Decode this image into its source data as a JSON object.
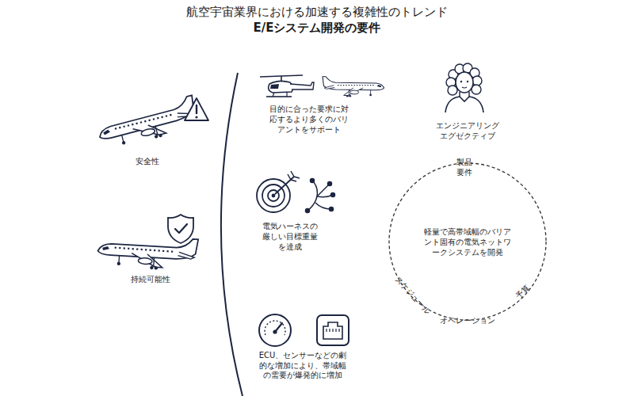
{
  "diagram": {
    "title": "航空宇宙業界における加速する複雑性のトレンド",
    "nodes": [
      {
        "text": [
          "軽量で高帯域幅のバリアント固有の電気ネットワークシステムを開発"
        ]
      }
    ],
    "labels": [
      "E/Eシステム開発の要件",
      "安全性",
      "持続可能性",
      "目的に合った要求に対応するより多くのバリアントをサポート",
      "電気ハーネスの厳しい目標重量を達成",
      "ECU、センサーなどの劇的な増加により、帯域幅の需要が爆発的に増加",
      "エンジニアリング エグゼクティブ",
      "製品要件",
      "スケジュール",
      "予算",
      "オペレーション"
    ]
  }
}
